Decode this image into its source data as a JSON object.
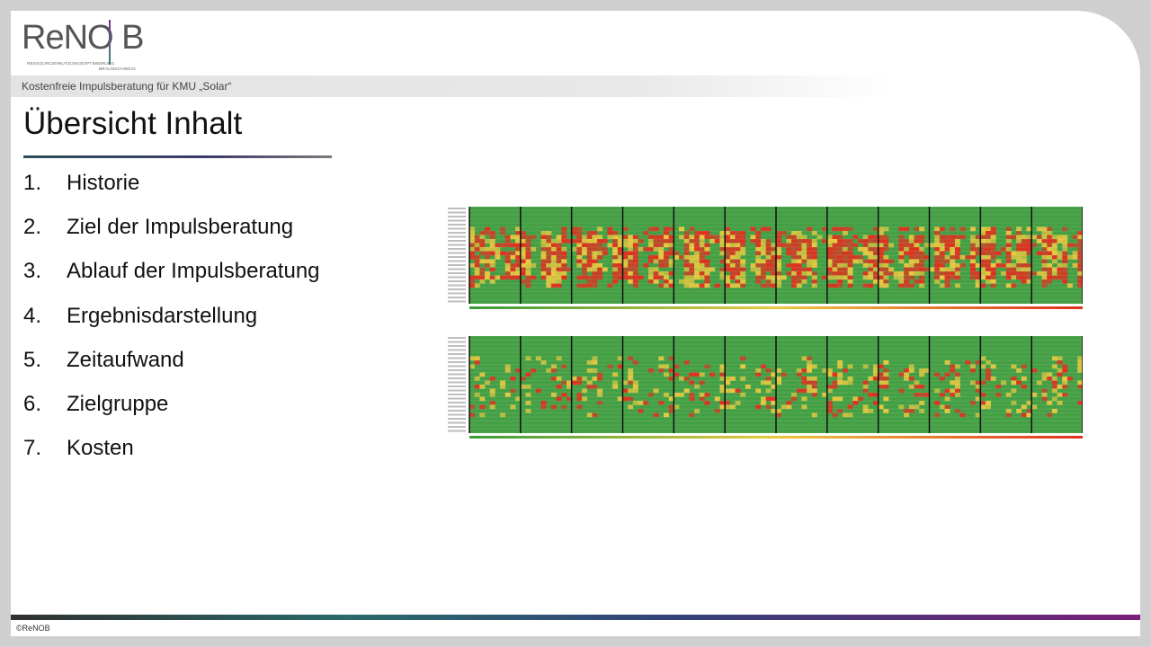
{
  "header": {
    "logo_text": "ReNO B",
    "logo_sub1": "RESSOURCENNUTZUNGSOPTIMIERUNG",
    "logo_sub2": "BRAUNSCHWEIG",
    "subtitle": "Kostenfreie Impulsberatung für KMU „Solar“"
  },
  "title": "Übersicht Inhalt",
  "agenda": [
    {
      "num": "1.",
      "label": "Historie"
    },
    {
      "num": "2.",
      "label": "Ziel der Impulsberatung"
    },
    {
      "num": "3.",
      "label": "Ablauf der Impulsberatung"
    },
    {
      "num": "4.",
      "label": "Ergebnisdarstellung"
    },
    {
      "num": "5.",
      "label": "Zeitaufwand"
    },
    {
      "num": "6.",
      "label": "Zielgruppe"
    },
    {
      "num": "7.",
      "label": "Kosten"
    }
  ],
  "chart_data": [
    {
      "type": "heatmap",
      "columns": 12,
      "rows": 24,
      "profile": "dense",
      "scale_colors": [
        "#3a9a3a",
        "#e8c840",
        "#e03020"
      ]
    },
    {
      "type": "heatmap",
      "columns": 12,
      "rows": 24,
      "profile": "sparse",
      "scale_colors": [
        "#3a9a3a",
        "#e8c840",
        "#e03020"
      ]
    }
  ],
  "footer": {
    "copyright": "©ReNOB"
  }
}
